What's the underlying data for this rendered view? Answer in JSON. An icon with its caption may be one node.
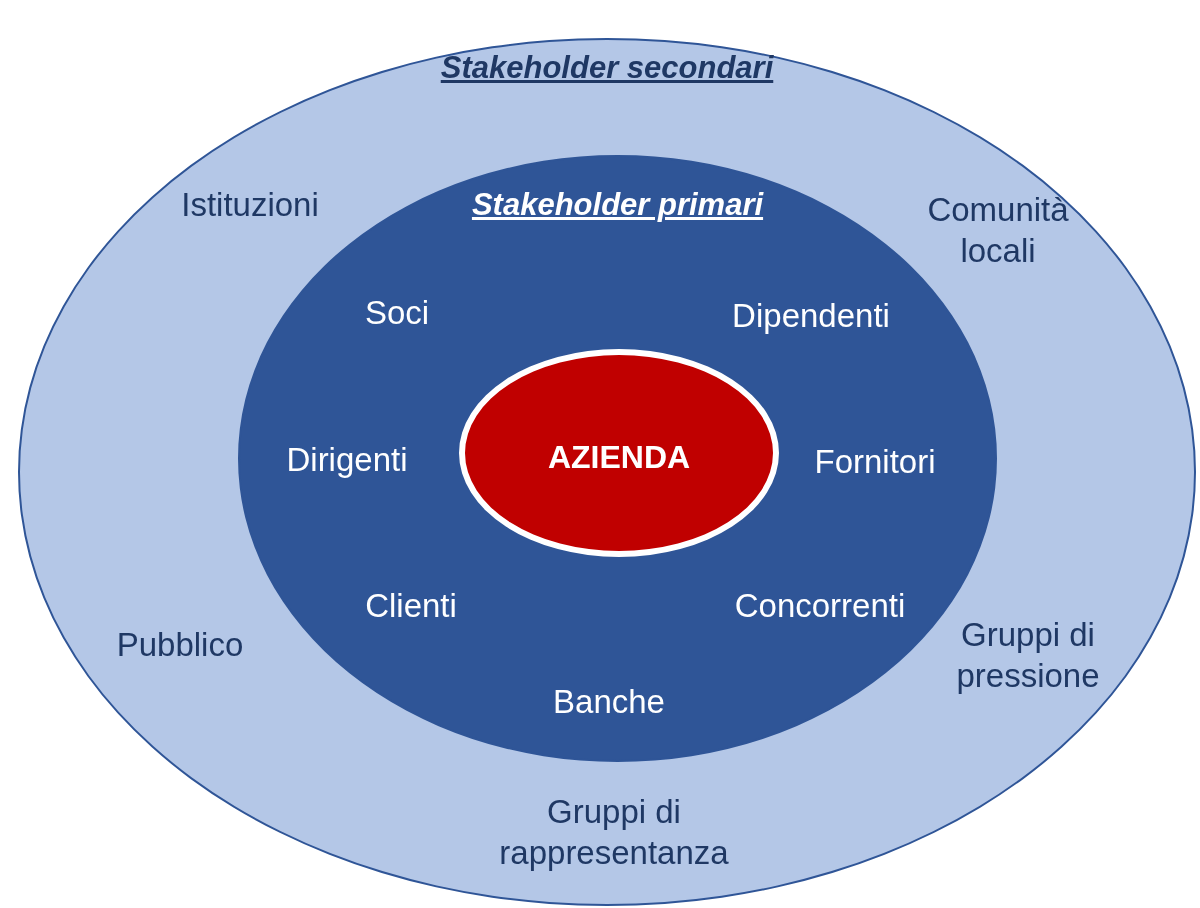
{
  "diagram": {
    "nodes": [
      {
        "text": [
          "Stakeholder secondari"
        ]
      },
      {
        "text": [
          "Stakeholder primari"
        ],
        "in": 0
      },
      {
        "text": [
          "AZIENDA"
        ],
        "in": 1
      }
    ],
    "labels": [
      "Istituzioni",
      "Comunità locali",
      "Soci",
      "Dipendenti",
      "Dirigenti",
      "Fornitori",
      "Clienti",
      "Concorrenti",
      "Gruppi di pressione",
      "Pubblico",
      "Banche",
      "Gruppi di rappresentanza"
    ]
  }
}
